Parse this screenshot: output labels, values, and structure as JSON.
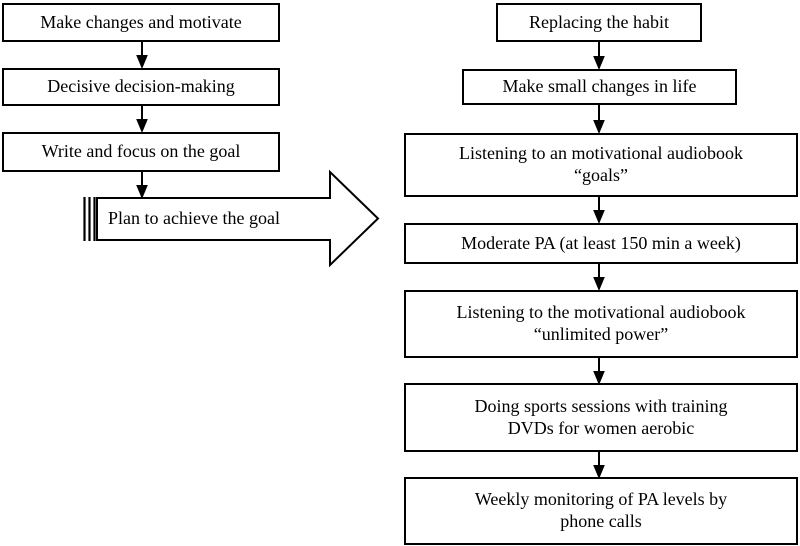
{
  "diagram": {
    "title": "Behaviour change intervention flowchart",
    "type": "flowchart",
    "stroke_color": "#000000",
    "fill_color": "#ffffff",
    "left_column": {
      "name": "planning-phase",
      "nodes": [
        {
          "id": "make-changes",
          "label": "Make changes and motivate",
          "shape": "rectangle"
        },
        {
          "id": "decisive-decision",
          "label": "Decisive decision-making",
          "shape": "rectangle"
        },
        {
          "id": "write-focus",
          "label": "Write and focus on the goal",
          "shape": "rectangle"
        },
        {
          "id": "plan-to-achieve",
          "label": "Plan to achieve the goal",
          "shape": "block-arrow-right"
        }
      ]
    },
    "right_column": {
      "name": "implementation-phase",
      "nodes": [
        {
          "id": "replacing-habit",
          "label": "Replacing the habit",
          "shape": "rectangle"
        },
        {
          "id": "small-changes",
          "label": "Make small changes in life",
          "shape": "rectangle"
        },
        {
          "id": "audiobook-goals",
          "label": "Listening to an motivational audiobook\n“goals”",
          "shape": "rectangle"
        },
        {
          "id": "moderate-pa",
          "label": "Moderate PA (at least 150 min a week)",
          "shape": "rectangle"
        },
        {
          "id": "audiobook-unlimited-power",
          "label": "Listening to the motivational audiobook\n“unlimited power”",
          "shape": "rectangle"
        },
        {
          "id": "sports-sessions",
          "label": "Doing sports sessions with training\nDVDs for women aerobic",
          "shape": "rectangle"
        },
        {
          "id": "weekly-monitoring",
          "label": "Weekly monitoring of PA levels by\nphone calls",
          "shape": "rectangle"
        }
      ]
    },
    "connectors": [
      {
        "from": "make-changes",
        "to": "decisive-decision",
        "style": "arrow-down"
      },
      {
        "from": "decisive-decision",
        "to": "write-focus",
        "style": "arrow-down"
      },
      {
        "from": "write-focus",
        "to": "plan-to-achieve",
        "style": "arrow-down"
      },
      {
        "from": "plan-to-achieve",
        "to": "implementation-phase",
        "style": "block-arrow-right"
      },
      {
        "from": "replacing-habit",
        "to": "small-changes",
        "style": "arrow-down"
      },
      {
        "from": "small-changes",
        "to": "audiobook-goals",
        "style": "arrow-down"
      },
      {
        "from": "audiobook-goals",
        "to": "moderate-pa",
        "style": "arrow-down"
      },
      {
        "from": "moderate-pa",
        "to": "audiobook-unlimited-power",
        "style": "arrow-down"
      },
      {
        "from": "audiobook-unlimited-power",
        "to": "sports-sessions",
        "style": "arrow-down"
      },
      {
        "from": "sports-sessions",
        "to": "weekly-monitoring",
        "style": "arrow-down"
      }
    ]
  }
}
